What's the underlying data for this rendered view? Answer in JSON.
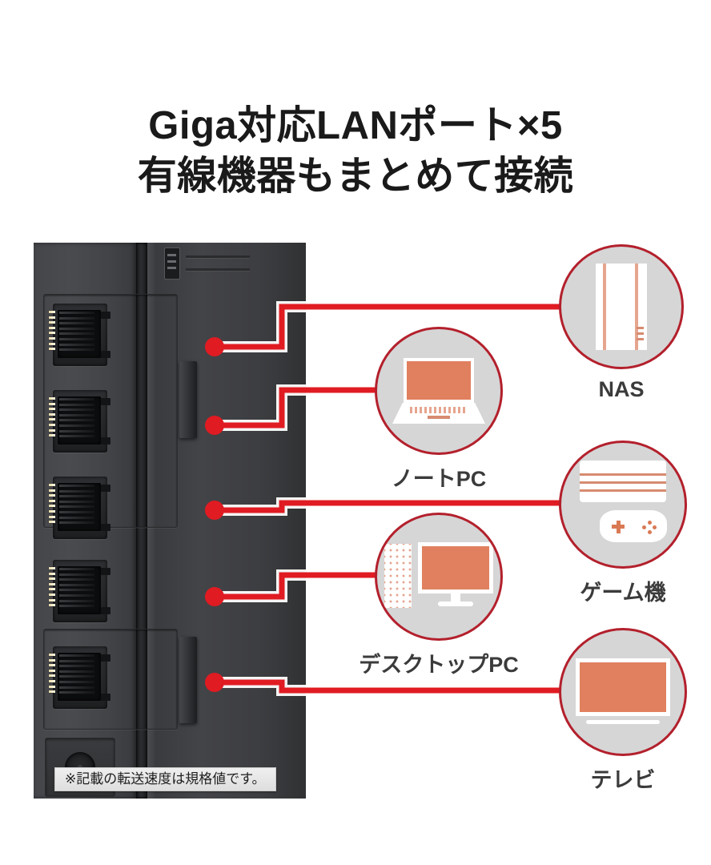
{
  "headline": {
    "line1": "Giga対応LANポート×5",
    "line2": "有線機器もまとめて接続"
  },
  "photo": {
    "footnote": "※記載の転送速度は規格値です。",
    "port_count": 5,
    "ports": [
      {
        "index": 1,
        "name": "lan-port-1"
      },
      {
        "index": 2,
        "name": "lan-port-2"
      },
      {
        "index": 3,
        "name": "lan-port-3"
      },
      {
        "index": 4,
        "name": "lan-port-4"
      },
      {
        "index": 5,
        "name": "lan-port-5"
      }
    ],
    "dc_jack_label": "dc-power-jack"
  },
  "devices": [
    {
      "id": "nas",
      "label": "NAS",
      "icon": "nas-icon",
      "from_port": 1
    },
    {
      "id": "laptop",
      "label": "ノートPC",
      "icon": "laptop-icon",
      "from_port": 2
    },
    {
      "id": "console",
      "label": "ゲーム機",
      "icon": "game-console-icon",
      "from_port": 3
    },
    {
      "id": "desktop",
      "label": "デスクトップPC",
      "icon": "desktop-pc-icon",
      "from_port": 4
    },
    {
      "id": "tv",
      "label": "テレビ",
      "icon": "television-icon",
      "from_port": 5
    }
  ],
  "colors": {
    "accent_red": "#e01b22",
    "circle_border": "#b3202c",
    "circle_fill": "#d6d6d6",
    "device_salmon": "#e0805f",
    "device_salmon_light": "#e6a58f",
    "headline_text": "#1a1a1a",
    "caption_text": "#3b3b3b",
    "background": "#ffffff",
    "footnote_bg": "#e8e8e8"
  }
}
